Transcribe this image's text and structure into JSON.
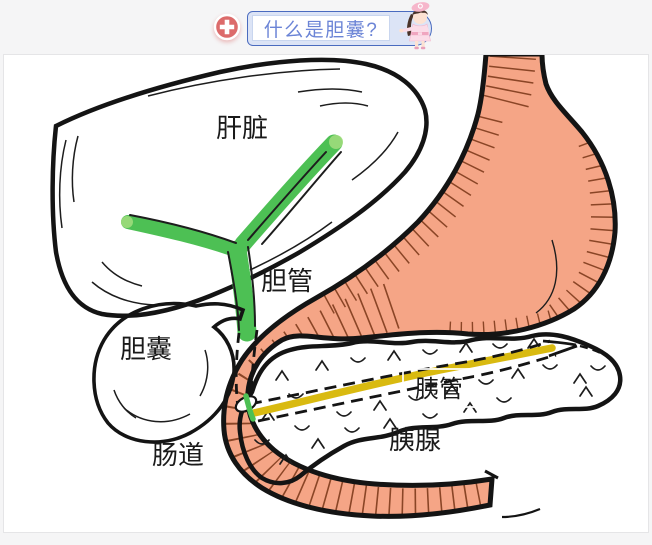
{
  "header": {
    "icon": "medical-cross-icon",
    "question": "什么是胆囊?",
    "mascot": "nurse-mascot-icon"
  },
  "diagram": {
    "labels": {
      "liver": "肝脏",
      "bile_duct": "胆管",
      "gallbladder": "胆囊",
      "intestine": "肠道",
      "pancreatic_duct": "胰管",
      "pancreas": "胰腺"
    }
  },
  "colors": {
    "background": "#f5f5f6",
    "panel": "#ffffff",
    "panel_border": "#e5e5e7",
    "outline": "#141414",
    "liver": "#f4943e",
    "biliary_green": "#4dc054",
    "biliary_green_light": "#9edc7c",
    "stomach_salmon": "#f5a586",
    "rib_brown": "#8a4526",
    "pancreas_yellow": "#ffe42d",
    "duct_gold": "#d9ba10",
    "pill_border": "#4a6bbf",
    "pill_fill": "#dce4f6",
    "pill_text": "#6b84d6",
    "cross_red": "#dc6b6b"
  }
}
